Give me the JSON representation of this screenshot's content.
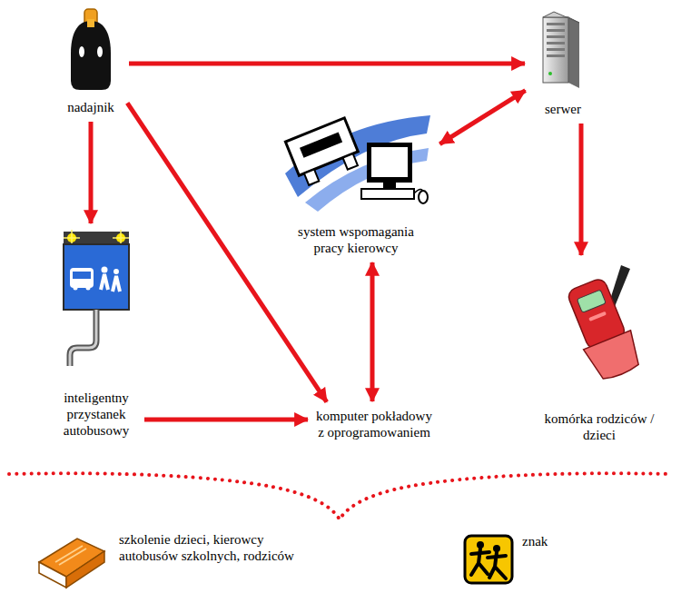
{
  "diagram": {
    "nodes": [
      {
        "text": [
          "nadajnik"
        ]
      },
      {
        "text": [
          "serwer"
        ]
      },
      {
        "text": [
          "system wspomagania pracy kierowcy"
        ]
      },
      {
        "text": [
          "inteligentny przystanek autobusowy"
        ]
      },
      {
        "text": [
          "komputer pokładowy z oprogramowaniem"
        ]
      },
      {
        "text": [
          "komórka rodziców / dzieci"
        ]
      },
      {
        "text": [
          "szkolenie dzieci, kierowcy autobusów szkolnych, rodziców"
        ]
      },
      {
        "text": [
          "znak"
        ]
      }
    ],
    "edges": [
      {
        "from": 0,
        "to": 1,
        "arrow": "to"
      },
      {
        "from": 0,
        "to": 3,
        "arrow": "to"
      },
      {
        "from": 0,
        "to": 4,
        "arrow": "to"
      },
      {
        "from": 1,
        "to": 2,
        "arrow": "both"
      },
      {
        "from": 1,
        "to": 5,
        "arrow": "to"
      },
      {
        "from": 2,
        "to": 4,
        "arrow": "both"
      },
      {
        "from": 3,
        "to": 4,
        "arrow": "to"
      }
    ]
  }
}
